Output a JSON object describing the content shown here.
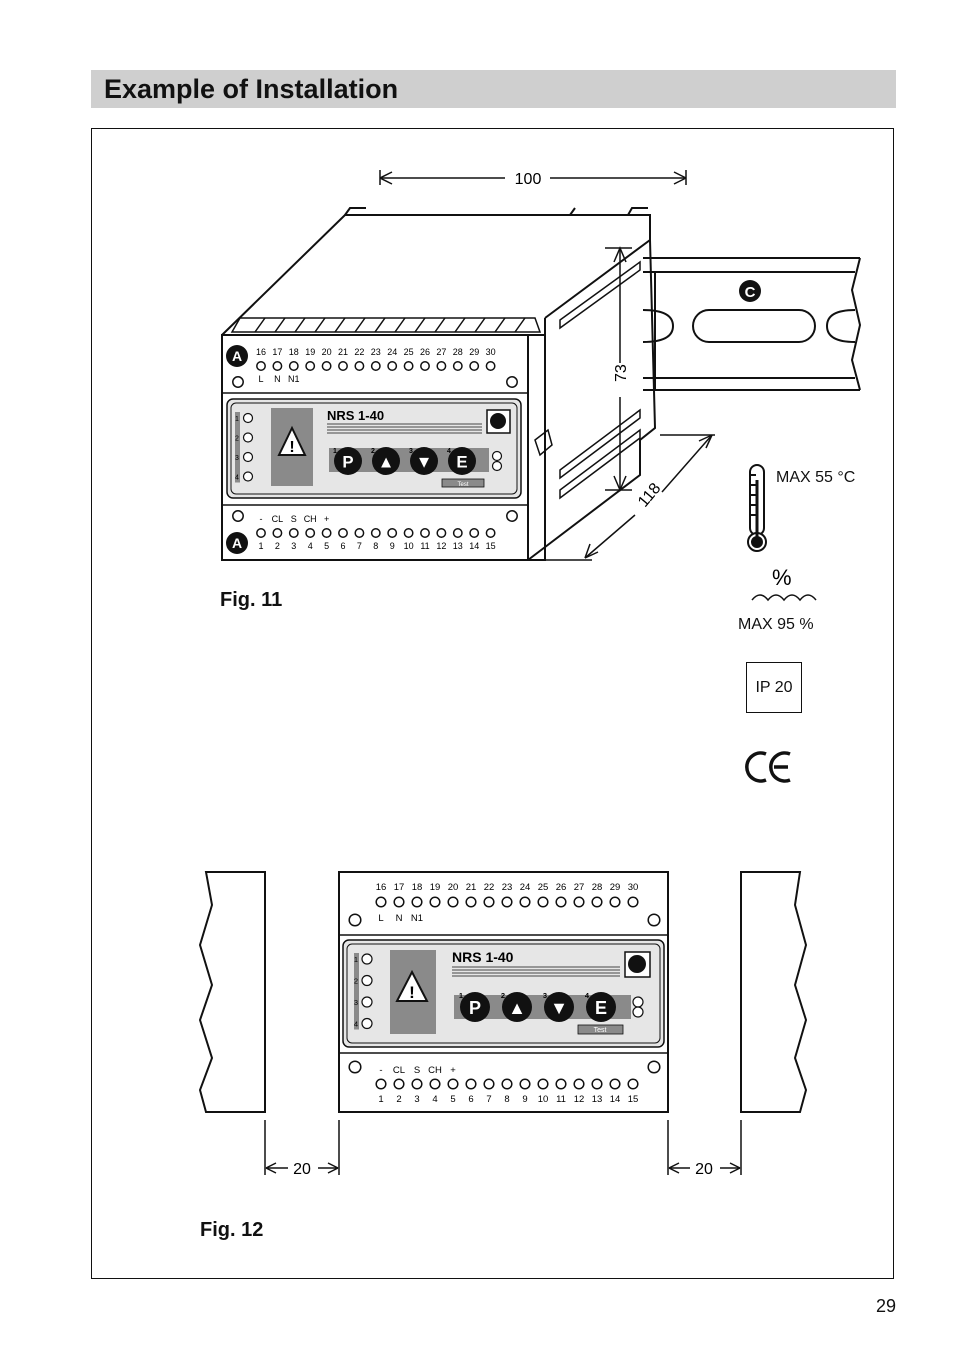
{
  "header": {
    "title": "Example of Installation"
  },
  "device": {
    "model": "NRS 1-40",
    "top_terminals": [
      "16",
      "17",
      "18",
      "19",
      "20",
      "21",
      "22",
      "23",
      "24",
      "25",
      "26",
      "27",
      "28",
      "29",
      "30"
    ],
    "top_labels": [
      "L",
      "N",
      "N1"
    ],
    "bottom_terminals": [
      "1",
      "2",
      "3",
      "4",
      "5",
      "6",
      "7",
      "8",
      "9",
      "10",
      "11",
      "12",
      "13",
      "14",
      "15"
    ],
    "bottom_labels": [
      "-",
      "CL",
      "S",
      "CH",
      "+"
    ],
    "buttons": [
      "P",
      "▲",
      "▼",
      "E"
    ],
    "button_numbers": [
      "1",
      "2",
      "3",
      "4"
    ],
    "led_numbers": [
      "1",
      "2",
      "3",
      "4"
    ],
    "test_label": "Test",
    "callout_a": "A",
    "callout_c": "C"
  },
  "fig11": {
    "label": "Fig. 11",
    "dim_width": "100",
    "dim_height": "73",
    "dim_depth": "118"
  },
  "fig12": {
    "label": "Fig. 12",
    "dim_left_gap": "20",
    "dim_right_gap": "20"
  },
  "specs": {
    "max_temp": "MAX 55 °C",
    "humidity_symbol": "%",
    "max_humidity": "MAX 95 %",
    "protection": "IP 20",
    "ce_mark": "CE"
  },
  "icons": [
    "thermometer-icon",
    "humidity-icon",
    "warning-icon",
    "gestra-logo-icon",
    "ce-mark-icon"
  ],
  "page": {
    "number": "29"
  }
}
